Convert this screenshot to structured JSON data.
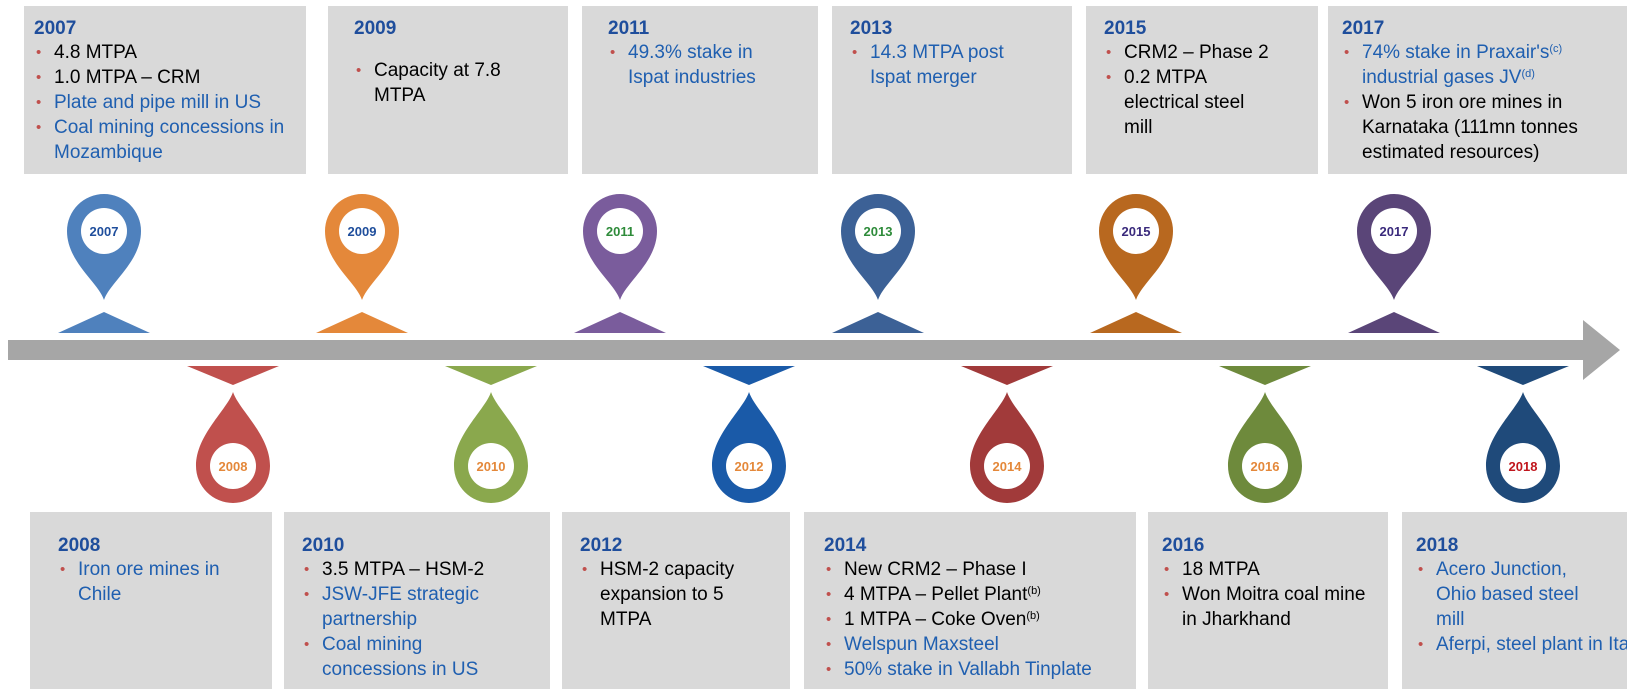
{
  "colors": {
    "box_bg": "#d9d9d9",
    "year_heading": "#1f4e9c",
    "highlight_text": "#1f5fb0",
    "bullet": "#c0504d",
    "arrow": "#a6a6a6"
  },
  "top_events": [
    {
      "year": "2007",
      "items": [
        {
          "text": "4.8 MTPA",
          "highlight": false
        },
        {
          "text": "1.0 MTPA – CRM",
          "highlight": false
        },
        {
          "text": "Plate and pipe mill in US",
          "highlight": true
        },
        {
          "text": "Coal mining concessions in Mozambique",
          "highlight": true
        }
      ],
      "pin": {
        "label": "2007",
        "color": "#4f81bd",
        "label_color": "#1f4e9c"
      }
    },
    {
      "year": "2009",
      "items": [
        {
          "text": "Capacity at 7.8 MTPA",
          "highlight": false
        }
      ],
      "pin": {
        "label": "2009",
        "color": "#e4883a",
        "label_color": "#1f4e9c"
      }
    },
    {
      "year": "2011",
      "items": [
        {
          "text": "49.3% stake in Ispat industries",
          "highlight": true
        }
      ],
      "pin": {
        "label": "2011",
        "color": "#7a5c9c",
        "label_color": "#2e8b3a"
      }
    },
    {
      "year": "2013",
      "items": [
        {
          "text": "14.3 MTPA post Ispat merger",
          "highlight": true
        }
      ],
      "pin": {
        "label": "2013",
        "color": "#3c6196",
        "label_color": "#2e8b3a"
      }
    },
    {
      "year": "2015",
      "items": [
        {
          "text": "CRM2 – Phase 2",
          "highlight": false
        },
        {
          "text": "0.2 MTPA electrical steel mill",
          "highlight": false
        }
      ],
      "pin": {
        "label": "2015",
        "color": "#b8681f",
        "label_color": "#3a2a7c"
      }
    },
    {
      "year": "2017",
      "items": [
        {
          "text": "74% stake in Praxair's",
          "sup": "(c)",
          "text2": " industrial gases JV",
          "sup2": "(d)",
          "highlight": true
        },
        {
          "text": "Won 5 iron ore mines in Karnataka (111mn tonnes estimated resources)",
          "highlight": false
        }
      ],
      "pin": {
        "label": "2017",
        "color": "#5a4578",
        "label_color": "#3a2a7c"
      }
    }
  ],
  "bottom_events": [
    {
      "year": "2008",
      "items": [
        {
          "text": "Iron ore mines in Chile",
          "highlight": true
        }
      ],
      "pin": {
        "label": "2008",
        "color": "#c0504d",
        "label_color": "#e4883a"
      }
    },
    {
      "year": "2010",
      "items": [
        {
          "text": "3.5 MTPA – HSM-2",
          "highlight": false
        },
        {
          "text": "JSW-JFE strategic partnership",
          "highlight": true
        },
        {
          "text": "Coal mining concessions in US",
          "highlight": true
        }
      ],
      "pin": {
        "label": "2010",
        "color": "#8aa84d",
        "label_color": "#e4883a"
      }
    },
    {
      "year": "2012",
      "items": [
        {
          "text": "HSM-2 capacity expansion to 5 MTPA",
          "highlight": false
        }
      ],
      "pin": {
        "label": "2012",
        "color": "#1a5aa8",
        "label_color": "#e4883a"
      }
    },
    {
      "year": "2014",
      "items": [
        {
          "text": "New CRM2 – Phase I",
          "highlight": false
        },
        {
          "text": "4 MTPA – Pellet Plant",
          "sup": "(b)",
          "highlight": false
        },
        {
          "text": "1 MTPA – Coke Oven",
          "sup": "(b)",
          "highlight": false
        },
        {
          "text": "Welspun Maxsteel",
          "highlight": true
        },
        {
          "text": "50% stake in Vallabh Tinplate",
          "highlight": true
        }
      ],
      "pin": {
        "label": "2014",
        "color": "#a13a3a",
        "label_color": "#e4883a"
      }
    },
    {
      "year": "2016",
      "items": [
        {
          "text": "18 MTPA",
          "highlight": false
        },
        {
          "text": "Won Moitra coal mine in Jharkhand",
          "highlight": false
        }
      ],
      "pin": {
        "label": "2016",
        "color": "#6e8a3c",
        "label_color": "#e4883a"
      }
    },
    {
      "year": "2018",
      "items": [
        {
          "text": "Acero Junction, Ohio based steel mill",
          "highlight": true
        },
        {
          "text": "Aferpi, steel plant in Italy",
          "highlight": true
        }
      ],
      "pin": {
        "label": "2018",
        "color": "#1f4a7a",
        "label_color": "#c0161d"
      }
    }
  ]
}
